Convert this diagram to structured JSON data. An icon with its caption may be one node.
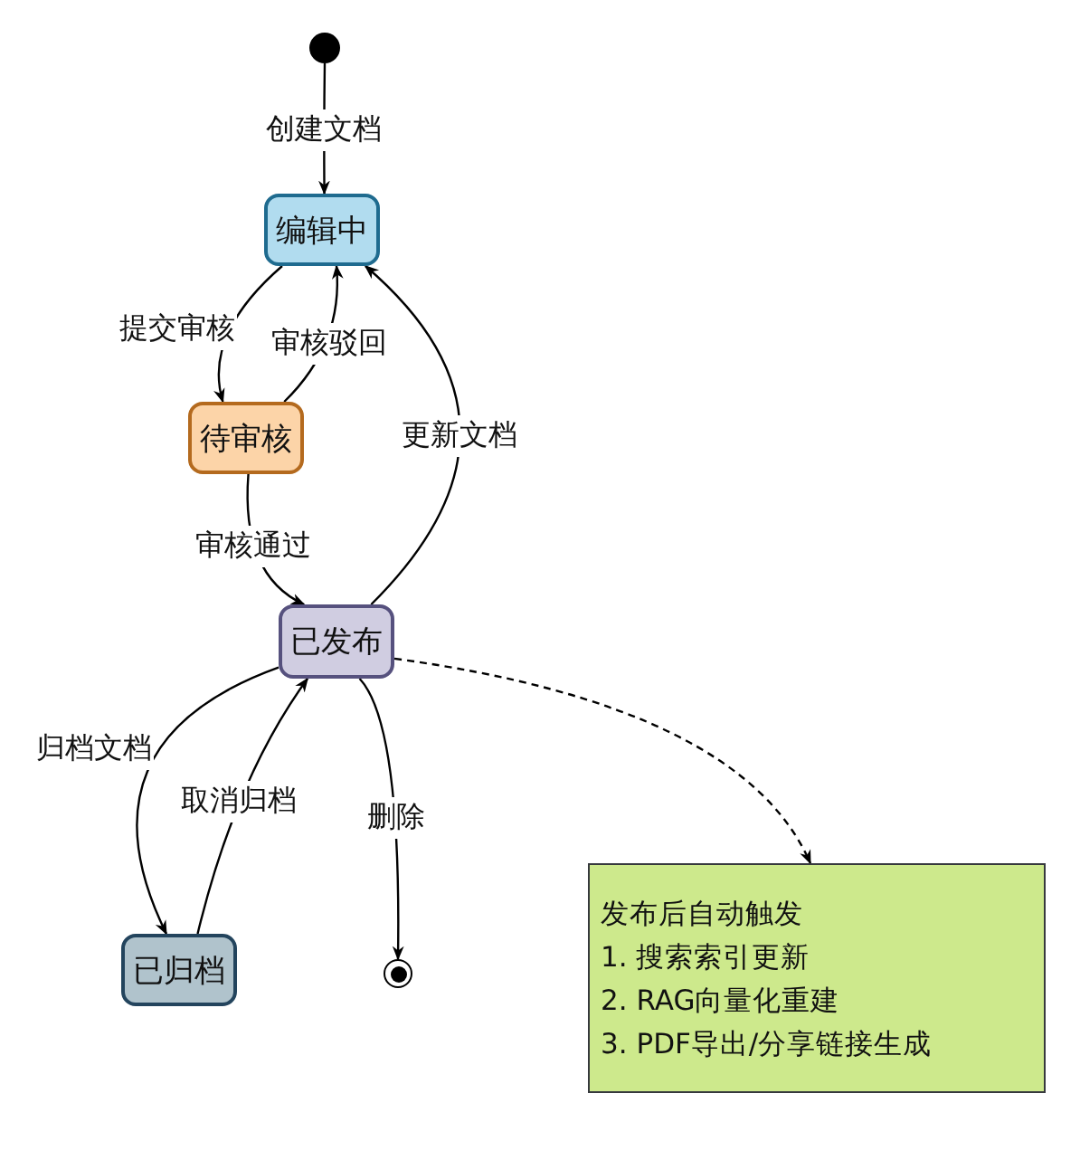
{
  "diagram": {
    "nodes": [
      {
        "text": [],
        "shape": "circle"
      },
      {
        "text": [
          "编辑中"
        ]
      },
      {
        "text": [
          "待审核"
        ]
      },
      {
        "text": [
          "已发布"
        ]
      },
      {
        "text": [
          "已归档"
        ]
      },
      {
        "text": [],
        "shape": "circle"
      },
      {
        "text": [
          "发布后自动触发",
          "1. 搜索索引更新",
          "2. RAG向量化重建",
          "3. PDF导出/分享链接生成"
        ]
      }
    ],
    "edges": [
      {
        "from": 0,
        "to": 1,
        "arrow": "to",
        "label": "创建文档"
      },
      {
        "from": 1,
        "to": 2,
        "arrow": "to",
        "label": "提交审核"
      },
      {
        "from": 2,
        "to": 1,
        "arrow": "to",
        "label": "审核驳回"
      },
      {
        "from": 2,
        "to": 3,
        "arrow": "to",
        "label": "审核通过"
      },
      {
        "from": 3,
        "to": 1,
        "arrow": "to",
        "label": "更新文档"
      },
      {
        "from": 3,
        "to": 4,
        "arrow": "to",
        "label": "归档文档"
      },
      {
        "from": 4,
        "to": 3,
        "arrow": "to",
        "label": "取消归档"
      },
      {
        "from": 3,
        "to": 5,
        "arrow": "to",
        "label": "删除"
      },
      {
        "from": 3,
        "to": 6,
        "arrow": "to",
        "style": "dashed"
      }
    ]
  }
}
